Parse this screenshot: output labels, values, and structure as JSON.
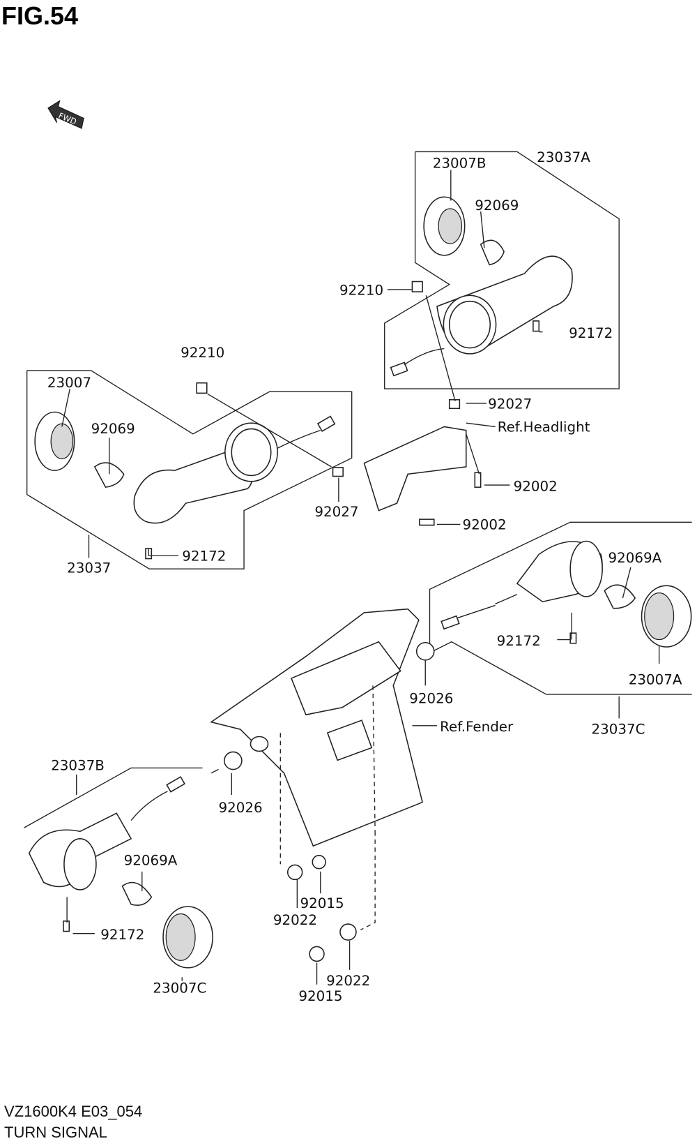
{
  "figure": {
    "title": "FIG.54",
    "fwd_label": "FWD"
  },
  "labels": [
    "23007B",
    "23037A",
    "92069",
    "92210",
    "92172",
    "92027",
    "Ref.Headlight",
    "92002",
    "92210",
    "23007",
    "92069",
    "92027",
    "92002",
    "23037",
    "92172",
    "92069A",
    "92172",
    "23007A",
    "92026",
    "23037C",
    "Ref.Fender",
    "23037B",
    "92026",
    "92069A",
    "92172",
    "23007C",
    "92015",
    "92022",
    "92022",
    "92015"
  ],
  "footer": {
    "model_code": "VZ1600K4 E03_054",
    "section": "TURN SIGNAL"
  }
}
